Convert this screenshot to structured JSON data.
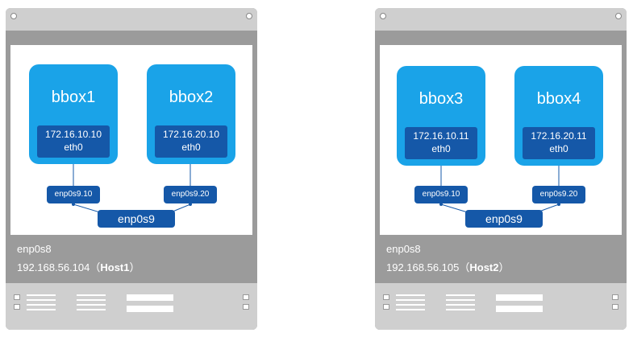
{
  "hosts": [
    {
      "boxes": [
        {
          "name": "bbox1",
          "ip": "172.16.10.10",
          "dev": "eth0"
        },
        {
          "name": "bbox2",
          "ip": "172.16.20.10",
          "dev": "eth0"
        }
      ],
      "vlans": [
        "enp0s9.10",
        "enp0s9.20"
      ],
      "physical": "enp0s9",
      "host_if": "enp0s8",
      "host_ip": "192.168.56.104（",
      "host_name": "Host1",
      "host_ip_close": "）"
    },
    {
      "boxes": [
        {
          "name": "bbox3",
          "ip": "172.16.10.11",
          "dev": "eth0"
        },
        {
          "name": "bbox4",
          "ip": "172.16.20.11",
          "dev": "eth0"
        }
      ],
      "vlans": [
        "enp0s9.10",
        "enp0s9.20"
      ],
      "physical": "enp0s9",
      "host_if": "enp0s8",
      "host_ip": "192.168.56.105（",
      "host_name": "Host2",
      "host_ip_close": "）"
    }
  ],
  "colors": {
    "container": "#1aa3e8",
    "nic": "#1558a8",
    "chassis": "#9b9b9b",
    "bar": "#cfcfcf"
  }
}
